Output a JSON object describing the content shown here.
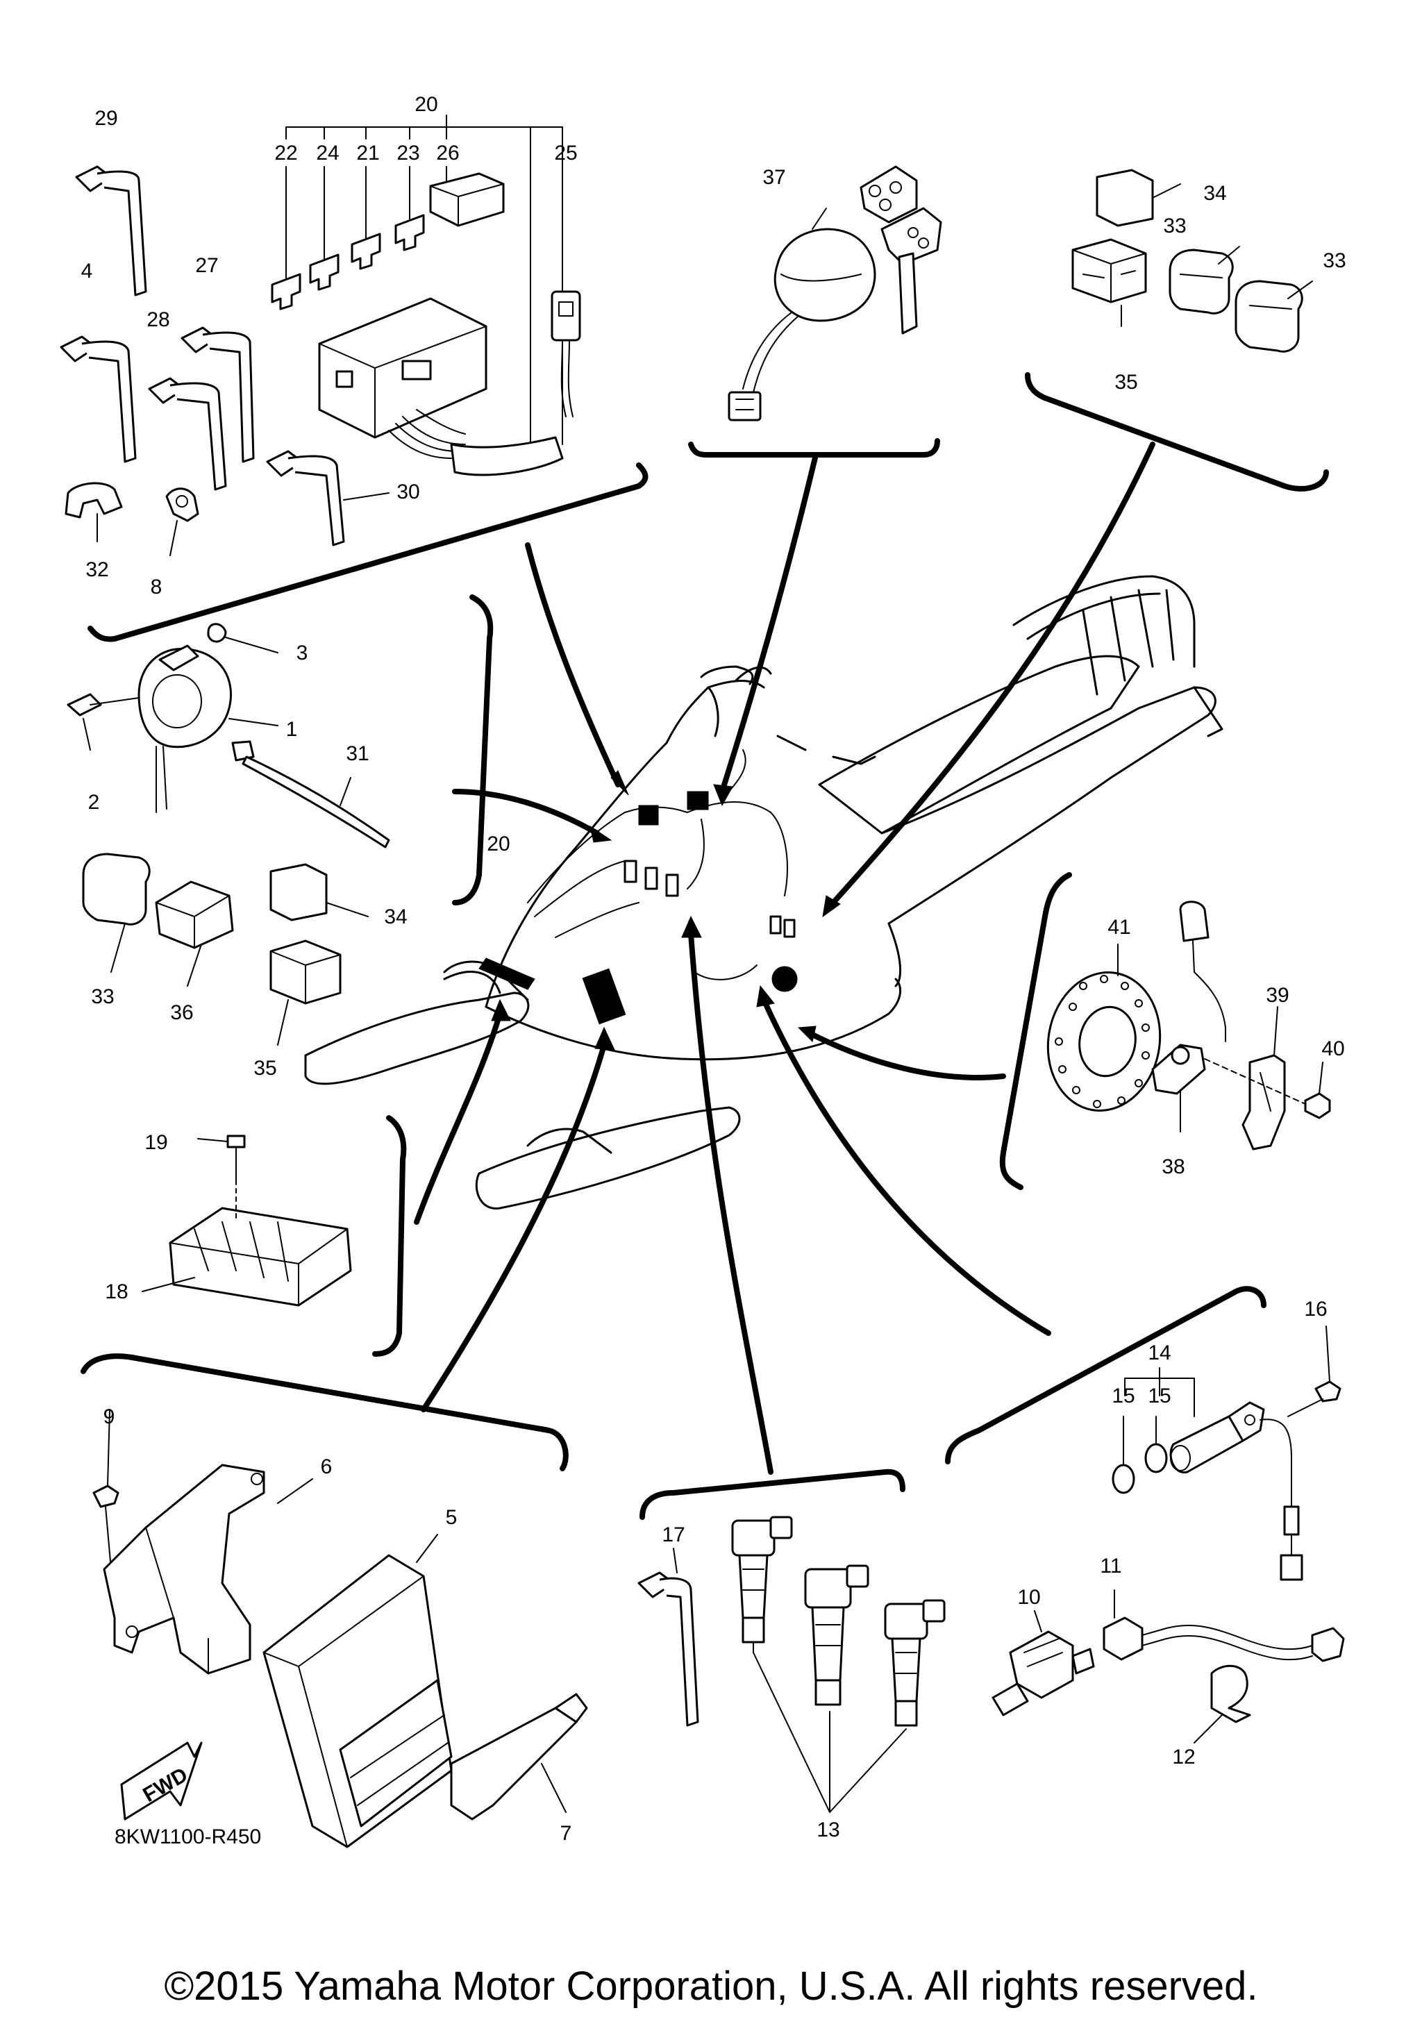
{
  "callouts": {
    "c20a": "20",
    "c22": "22",
    "c24": "24",
    "c21": "21",
    "c23": "23",
    "c26": "26",
    "c25": "25",
    "c29": "29",
    "c4": "4",
    "c27": "27",
    "c28": "28",
    "c30": "30",
    "c32": "32",
    "c8": "8",
    "c37": "37",
    "c34a": "34",
    "c33a": "33",
    "c33b": "33",
    "c35a": "35",
    "c3": "3",
    "c1": "1",
    "c2": "2",
    "c31": "31",
    "c33c": "33",
    "c34b": "34",
    "c36": "36",
    "c35b": "35",
    "c20b": "20",
    "c41": "41",
    "c39": "39",
    "c40": "40",
    "c38": "38",
    "c19": "19",
    "c18": "18",
    "c16": "16",
    "c14": "14",
    "c15a": "15",
    "c15b": "15",
    "c9": "9",
    "c6": "6",
    "c5": "5",
    "c7": "7",
    "c17": "17",
    "c13": "13",
    "c11": "11",
    "c10": "10",
    "c12": "12"
  },
  "fwd_label": "FWD",
  "drawing_code": "8KW1100-R450",
  "copyright": "©2015 Yamaha Motor Corporation, U.S.A. All rights reserved."
}
